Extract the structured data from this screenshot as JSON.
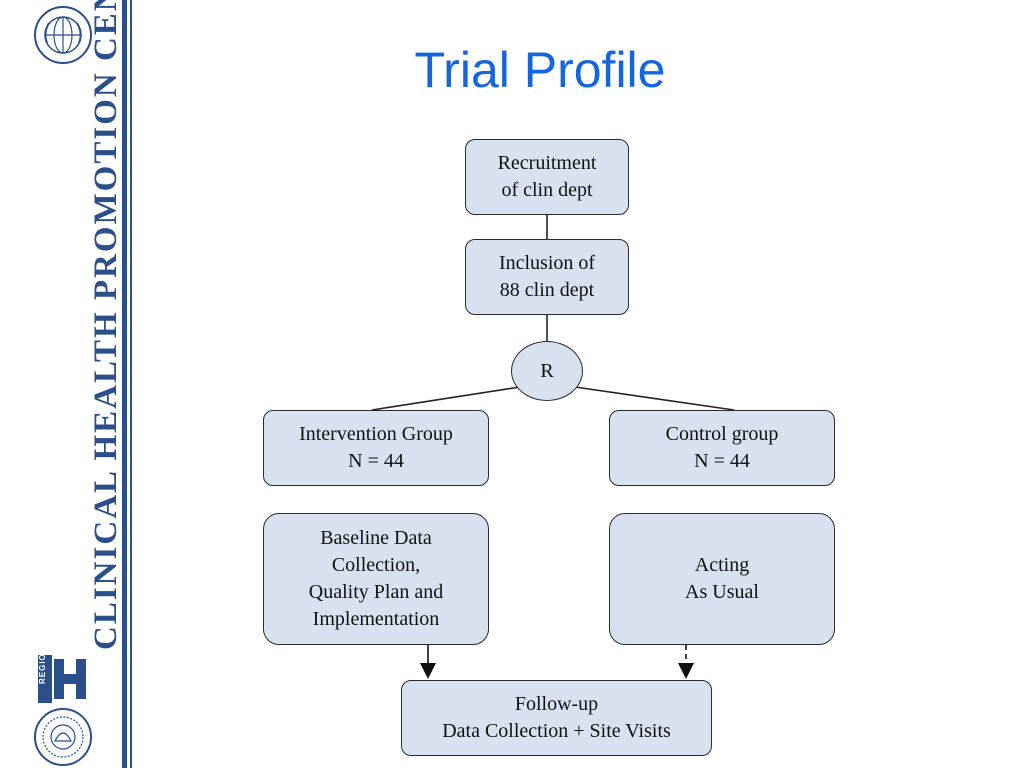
{
  "title": "Trial Profile",
  "branding": {
    "centre_name": "CLINICAL HEALTH PROMOTION CENTRE",
    "region_label": "REGION",
    "accent_color": "#2a4f8a"
  },
  "flowchart": {
    "recruitment": {
      "line1": "Recruitment",
      "line2": "of clin dept"
    },
    "inclusion": {
      "line1": "Inclusion of",
      "line2": "88 clin dept"
    },
    "randomization": {
      "label": "R"
    },
    "intervention_group": {
      "line1": "Intervention Group",
      "line2": "N = 44"
    },
    "control_group": {
      "line1": "Control group",
      "line2": "N = 44"
    },
    "intervention_action": {
      "line1": "Baseline Data",
      "line2": "Collection,",
      "line3": "Quality Plan and",
      "line4": "Implementation"
    },
    "control_action": {
      "line1": "Acting",
      "line2": "As Usual"
    },
    "follow_up": {
      "line1": "Follow-up",
      "line2": "Data Collection + Site Visits"
    }
  },
  "colors": {
    "title": "#1565e0",
    "box_fill": "#d7e1ef",
    "box_border": "#2b2b2b"
  }
}
